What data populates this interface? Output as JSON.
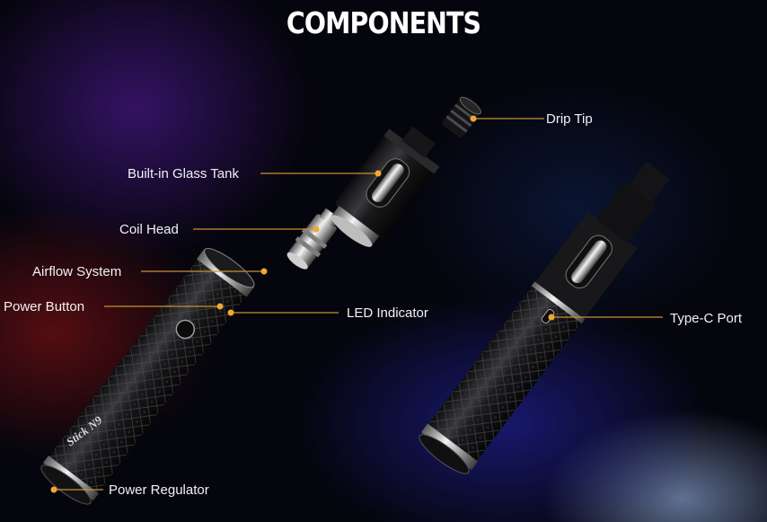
{
  "title": "COMPONENTS",
  "labels": {
    "drip_tip": "Drip Tip",
    "glass_tank": "Built-in Glass Tank",
    "coil_head": "Coil Head",
    "airflow_system": "Airflow System",
    "power_button": "Power Button",
    "led_indicator": "LED Indicator",
    "type_c_port": "Type-C Port",
    "power_regulator": "Power Regulator"
  },
  "device_brand_text": "Stick N9",
  "colors": {
    "leader_line": "#c8922b",
    "marker_dot": "#f0a830",
    "text": "#f2f2f2"
  }
}
